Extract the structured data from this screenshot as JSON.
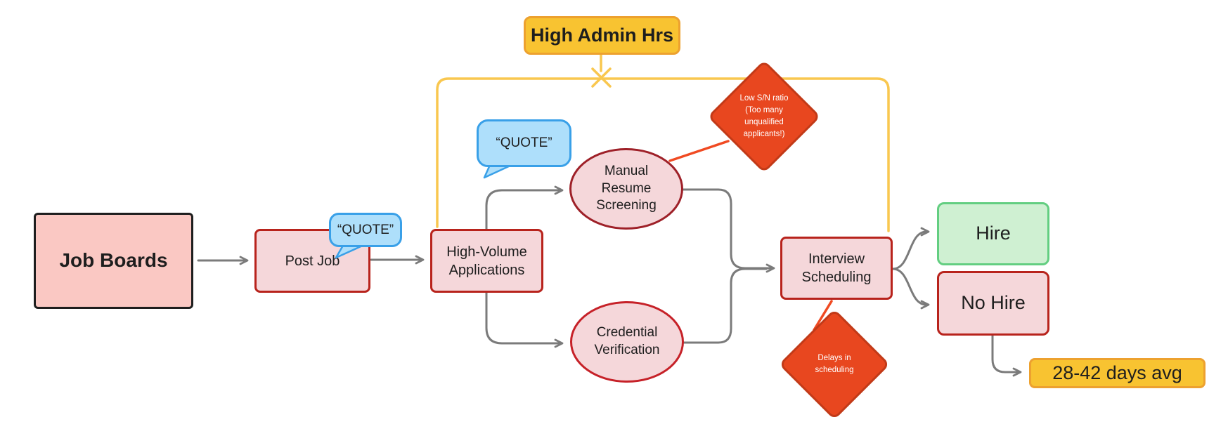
{
  "colors": {
    "background": "#FFFFFF",
    "salmon_fill": "#FAC8C3",
    "pink_fill": "#F5D7DA",
    "red_border": "#B8231C",
    "maroon_border": "#9E2028",
    "bright_red_border": "#C62128",
    "black_border": "#1E1E1E",
    "text_dark": "#1E1E1E",
    "diamond_fill": "#E8471F",
    "diamond_border": "#C23A18",
    "red_line": "#F04A22",
    "yellow_fill": "#F8C331",
    "yellow_border": "#EDA12F",
    "yellow_line": "#F9C74F",
    "green_fill": "#CFF0D2",
    "green_border": "#63CE81",
    "blue_fill": "#AEDFFB",
    "blue_border": "#39A0E8",
    "gray_line": "#7B7B7B",
    "white_text": "#FFFFFF"
  },
  "nodes": {
    "job_boards": {
      "label": "Job Boards"
    },
    "post_job": {
      "label": "Post Job"
    },
    "high_volume_applications": {
      "label": "High-Volume Applications"
    },
    "manual_resume_screening": {
      "label": "Manual Resume Screening"
    },
    "credential_verification": {
      "label": "Credential Verification"
    },
    "interview_scheduling": {
      "label": "Interview Scheduling"
    },
    "hire": {
      "label": "Hire"
    },
    "no_hire": {
      "label": "No Hire"
    },
    "days_avg": {
      "label": "28-42 days avg"
    },
    "high_admin_hrs": {
      "label": "High Admin Hrs"
    }
  },
  "callouts": {
    "quote_post_job": {
      "label": "“QUOTE”"
    },
    "quote_screening": {
      "label": "“QUOTE”"
    },
    "low_sn_ratio": {
      "lines": [
        "Low S/N ratio",
        "(Too many",
        "unqualified",
        "applicants!)"
      ]
    },
    "delays": {
      "lines": [
        "Delays in",
        "scheduling"
      ]
    }
  }
}
